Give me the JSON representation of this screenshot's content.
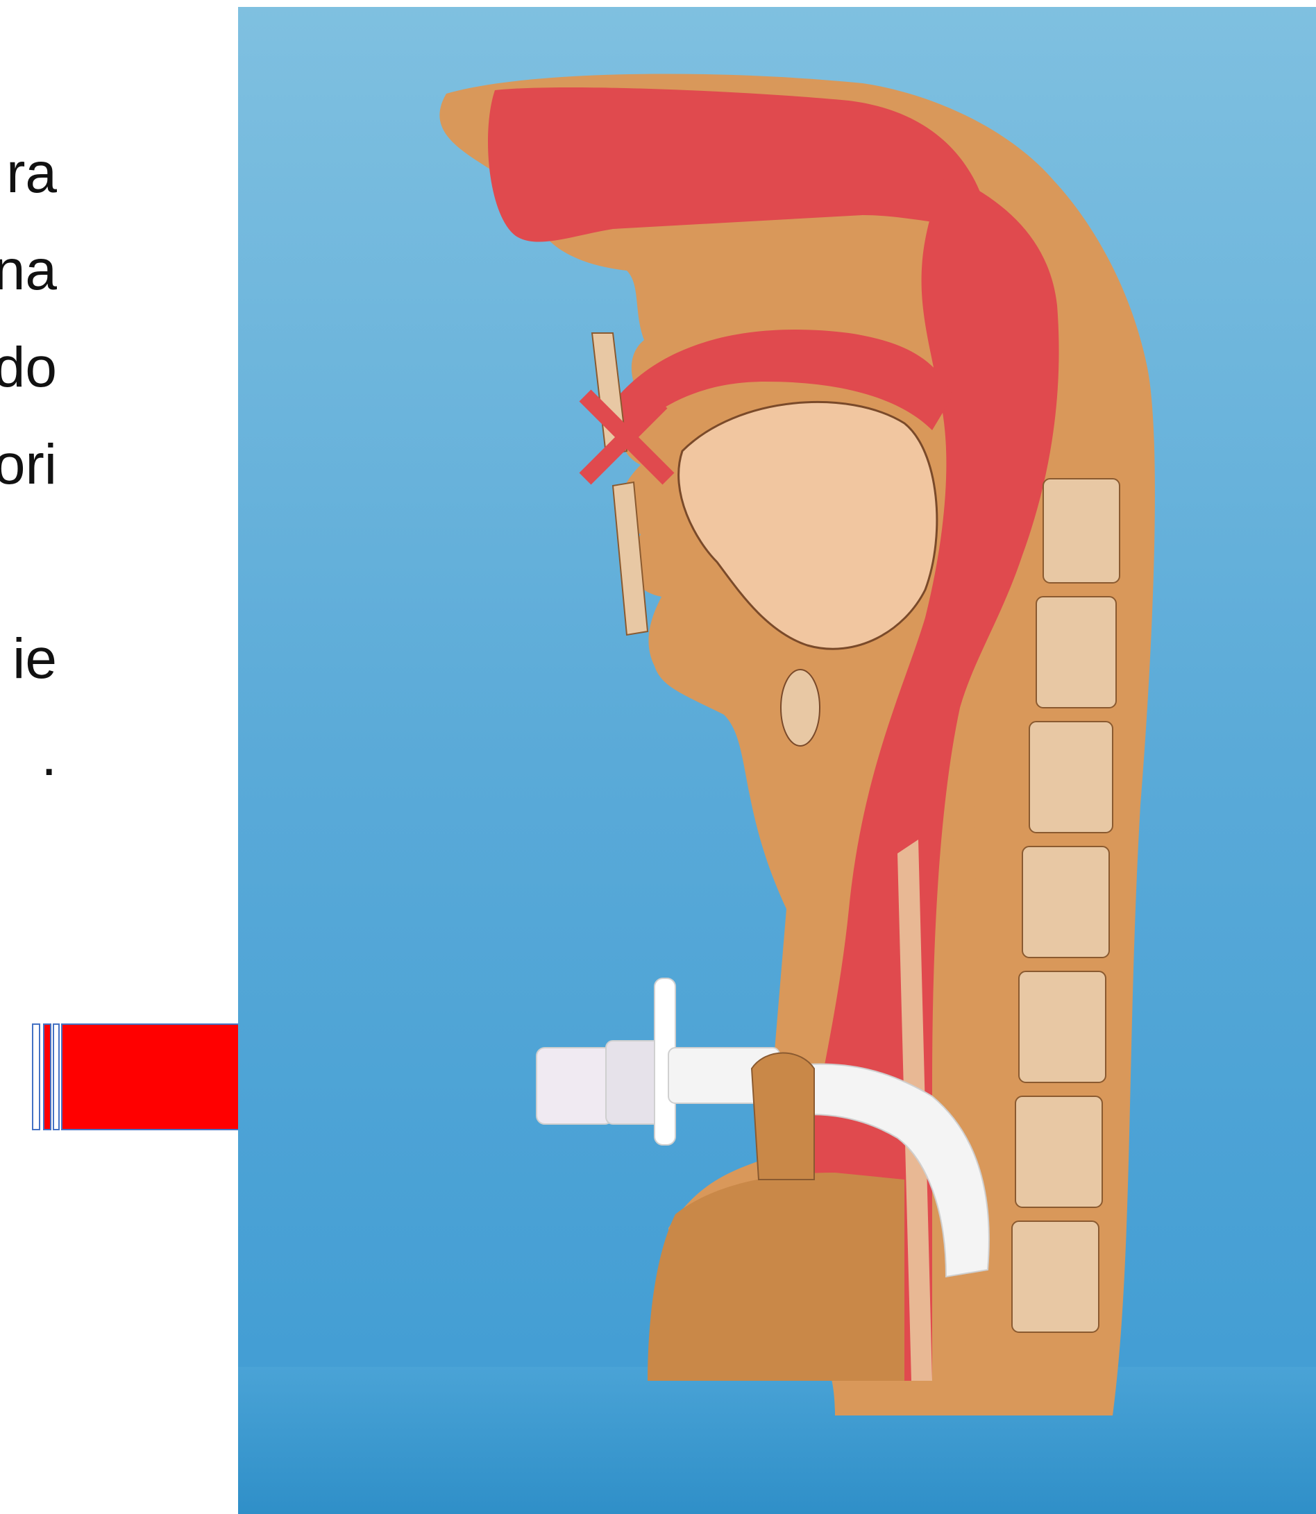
{
  "text_fragments": [
    "ra",
    "na",
    "do",
    "ori",
    "",
    "ie",
    "."
  ],
  "colors": {
    "arrow_fill": "#ff0000",
    "arrow_outline": "#4472c4",
    "background_top": "#7fc0e0",
    "background_bottom": "#3e9bd3",
    "skin": "#d9985a",
    "tissue": "#e04a4e",
    "tongue": "#f1c6a0",
    "bone": "#e8c8a4",
    "tube": "#f4f4f4"
  },
  "icons": [
    "right-arrow-icon",
    "tracheostomy-tube-icon"
  ]
}
